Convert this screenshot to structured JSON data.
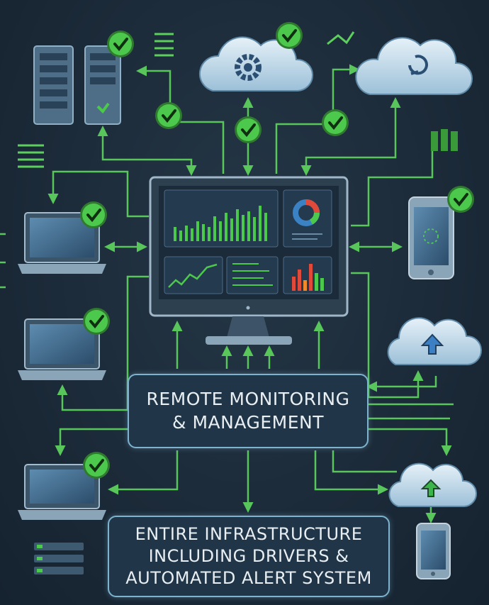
{
  "title_box": {
    "line1": "REMOTE MONITORING",
    "line2": "& MANAGEMENT"
  },
  "bottom_box": {
    "line1": "ENTIRE INFRASTRUCTURE",
    "line2": "INCLUDING DRIVERS &",
    "line3": "AUTOMATED ALERT SYSTEM"
  },
  "colors": {
    "line": "#5ccf5c",
    "check": "#3fbf3f",
    "box_border": "#7db3cf",
    "background": "#1b2a38"
  },
  "icons": [
    "server-icon",
    "cloud-gear-icon",
    "cloud-sync-icon",
    "monitor-dashboard-icon",
    "laptop-icon",
    "smartphone-icon",
    "cloud-upload-icon",
    "check-badge-icon"
  ]
}
